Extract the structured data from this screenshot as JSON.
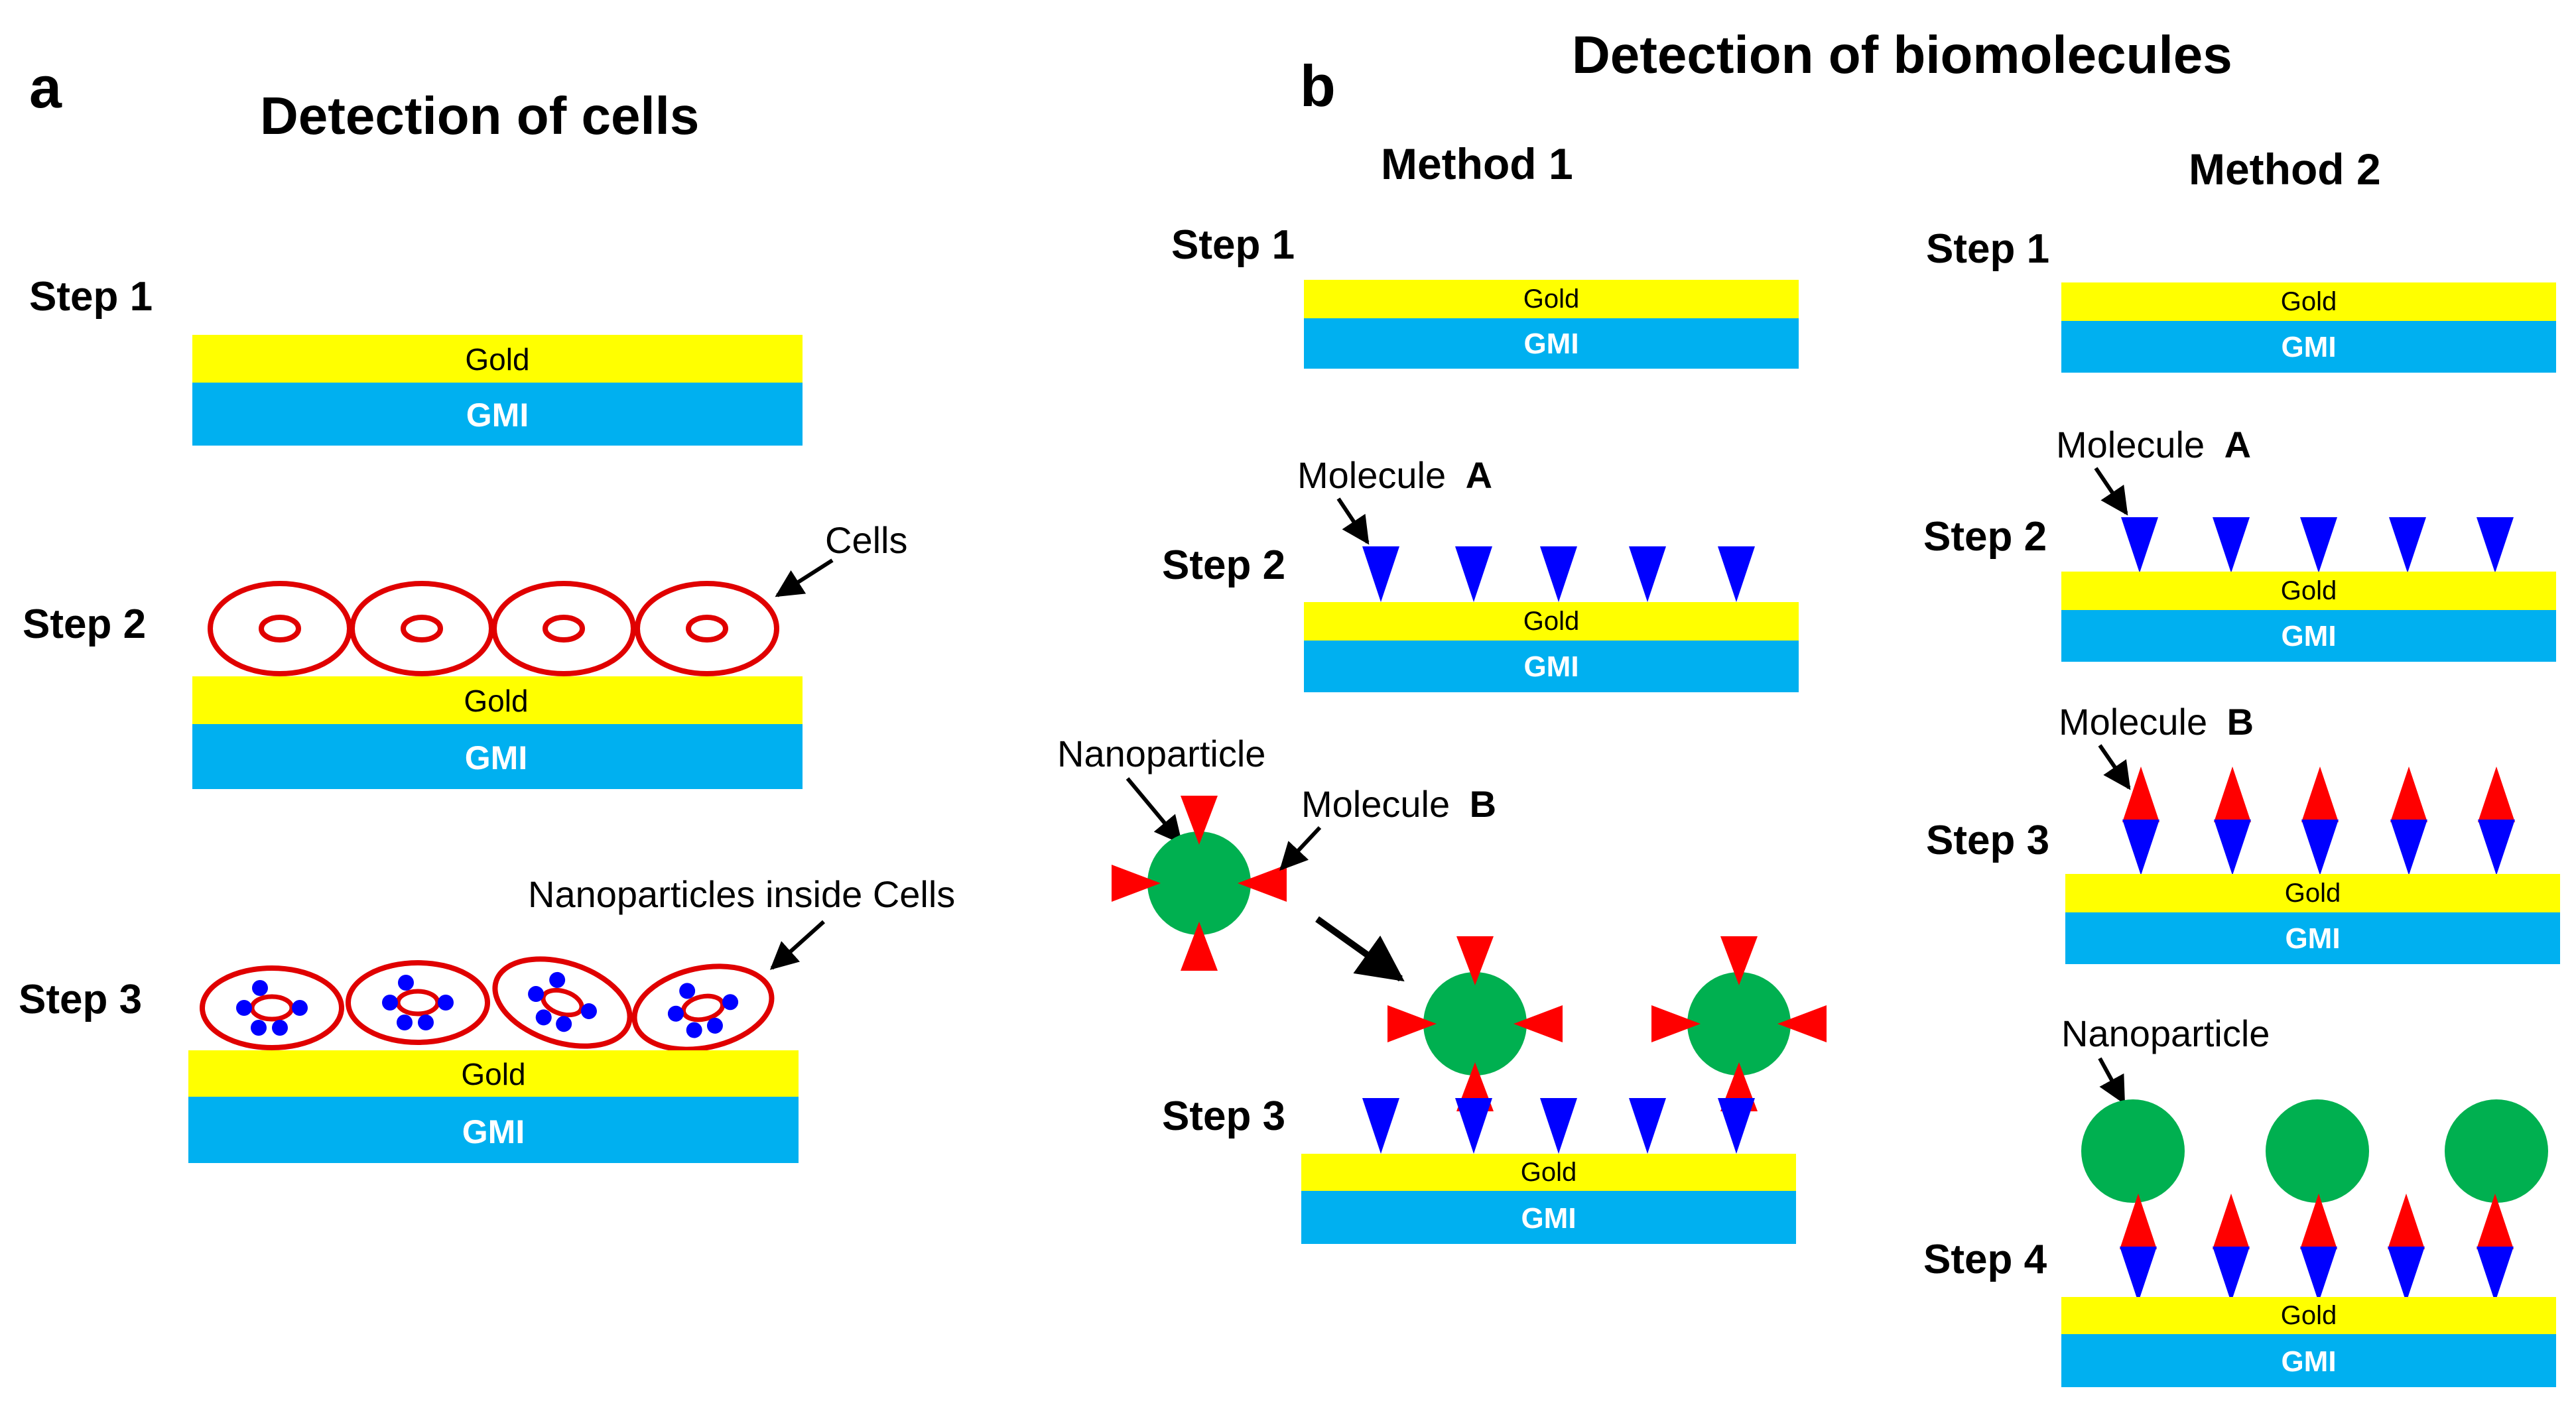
{
  "panel_a": {
    "letter": "a",
    "title": "Detection of cells",
    "steps": [
      "Step 1",
      "Step 2",
      "Step 3"
    ],
    "cells_label": "Cells",
    "np_inside_label": "Nanoparticles inside Cells"
  },
  "panel_b": {
    "letter": "b",
    "title": "Detection of biomolecules",
    "method1": {
      "title": "Method 1",
      "steps": [
        "Step 1",
        "Step 2",
        "Step 3"
      ],
      "molecule_a_label": "Molecule",
      "molecule_a_letter": "A",
      "nanoparticle_label": "Nanoparticle",
      "molecule_b_label": "Molecule",
      "molecule_b_letter": "B"
    },
    "method2": {
      "title": "Method 2",
      "steps": [
        "Step 1",
        "Step 2",
        "Step 3",
        "Step 4"
      ],
      "molecule_a_label": "Molecule",
      "molecule_a_letter": "A",
      "molecule_b_label": "Molecule",
      "molecule_b_letter": "B",
      "nanoparticle_label": "Nanoparticle"
    }
  },
  "layers": {
    "gold": "Gold",
    "gmi": "GMI"
  },
  "colors": {
    "gold": "#ffff00",
    "gmi": "#00b0f0",
    "cell": "#e00000",
    "nanoparticle": "#00b050",
    "molecule_a": "#0000ff",
    "molecule_b": "#ff0000",
    "dot": "#0000ff"
  },
  "icons": [
    "arrow-icon",
    "cell-icon",
    "nanoparticle-icon",
    "molecule-a-icon",
    "molecule-b-icon"
  ]
}
